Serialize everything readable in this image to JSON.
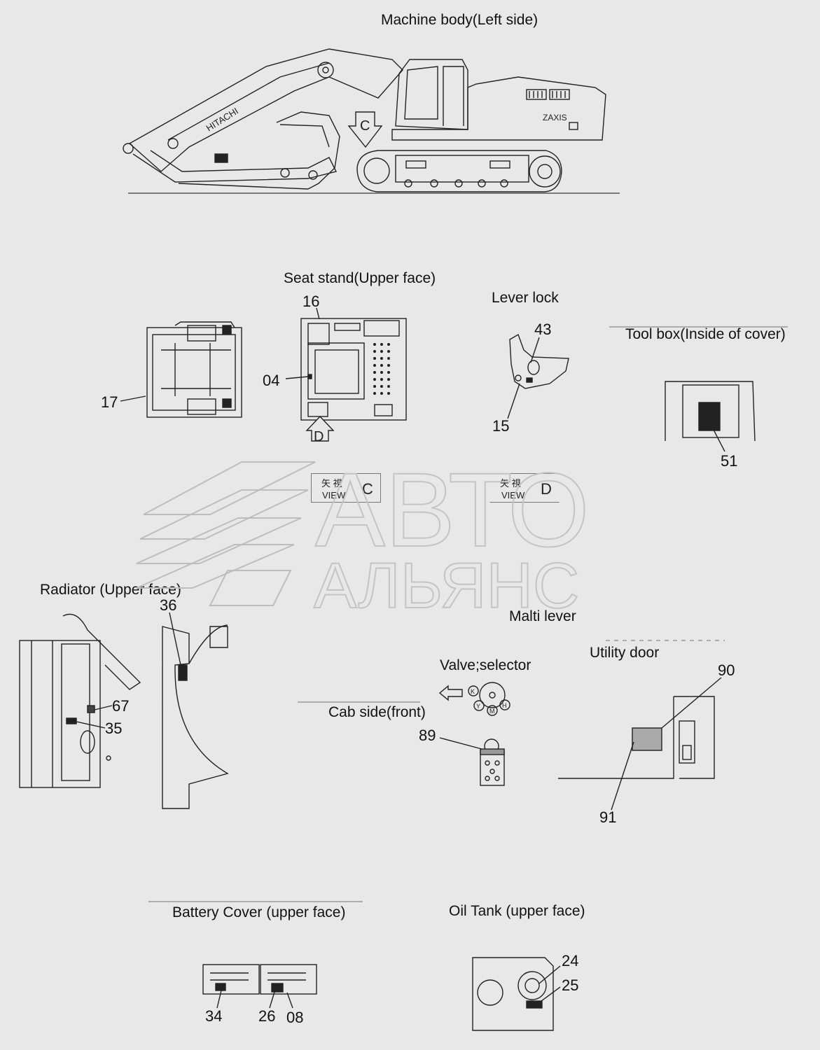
{
  "labels": {
    "machine_body": "Machine body(Left side)",
    "seat_stand": "Seat stand(Upper face)",
    "lever_lock": "Lever lock",
    "tool_box": "Tool box(Inside of cover)",
    "radiator": "Radiator (Upper face)",
    "malti_lever": "Malti lever",
    "utility_door": "Utility door",
    "valve_selector": "Valve;selector",
    "cab_side": "Cab side(front)",
    "battery_cover": "Battery Cover (upper face)",
    "oil_tank": "Oil Tank (upper face)"
  },
  "callouts": {
    "n16": "16",
    "n04": "04",
    "n17": "17",
    "n43": "43",
    "n15": "15",
    "n51": "51",
    "n36": "36",
    "n67": "67",
    "n35": "35",
    "n89": "89",
    "n90": "90",
    "n91": "91",
    "n34": "34",
    "n26": "26",
    "n08": "08",
    "n24": "24",
    "n25": "25"
  },
  "view_markers": {
    "c_kanji": "矢 視",
    "c_view": "VIEW",
    "c_letter": "C",
    "d_kanji": "矢 視",
    "d_view": "VIEW",
    "d_letter": "D"
  },
  "arrows": {
    "c": "C",
    "d": "D"
  },
  "machine_text": {
    "brand": "HITACHI",
    "model": "ZAXIS"
  },
  "selector_marks": [
    "K",
    "H",
    "M",
    "Y"
  ],
  "watermark": {
    "line1": "АВТО",
    "line2": "АЛЬЯНС"
  }
}
